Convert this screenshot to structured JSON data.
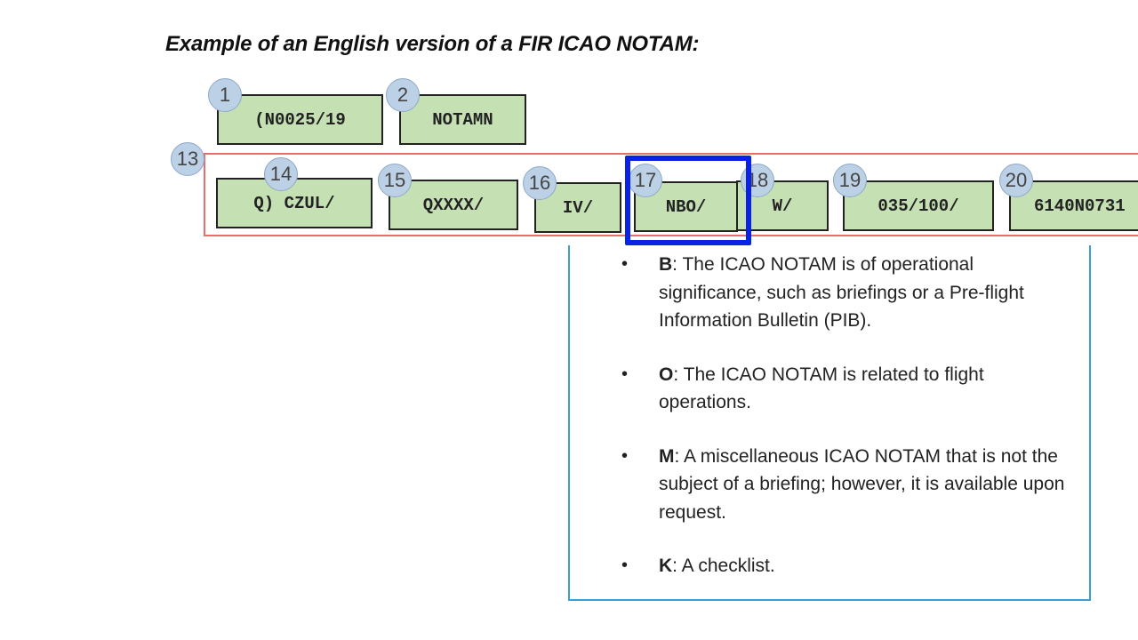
{
  "title": "Example of an English version of a FIR ICAO NOTAM:",
  "fields": [
    {
      "num": "1",
      "text": "(N0025/19"
    },
    {
      "num": "2",
      "text": "NOTAMN"
    },
    {
      "num": "13",
      "text": ""
    },
    {
      "num": "14",
      "text": "Q)  CZUL/"
    },
    {
      "num": "15",
      "text": "QXXXX/"
    },
    {
      "num": "16",
      "text": "IV/"
    },
    {
      "num": "17",
      "text": "NBO/"
    },
    {
      "num": "18",
      "text": "W/"
    },
    {
      "num": "19",
      "text": "035/100/"
    },
    {
      "num": "20",
      "text": "6140N0731"
    }
  ],
  "popup": {
    "items": [
      {
        "key": "B",
        "text": ": The ICAO NOTAM is of operational significance, such as briefings or a Pre-flight Information Bulletin (PIB)."
      },
      {
        "key": "O",
        "text": ": The ICAO NOTAM is related to flight operations."
      },
      {
        "key": "M",
        "text": ": A miscellaneous ICAO NOTAM that is not the subject of a briefing; however, it is available upon request."
      },
      {
        "key": "K",
        "text": ": A checklist."
      }
    ]
  },
  "colors": {
    "field_bg": "#c5e0b3",
    "highlight": "#0a22e6",
    "frame": "#ec6b6b",
    "panel_border": "#3aa0d4"
  }
}
